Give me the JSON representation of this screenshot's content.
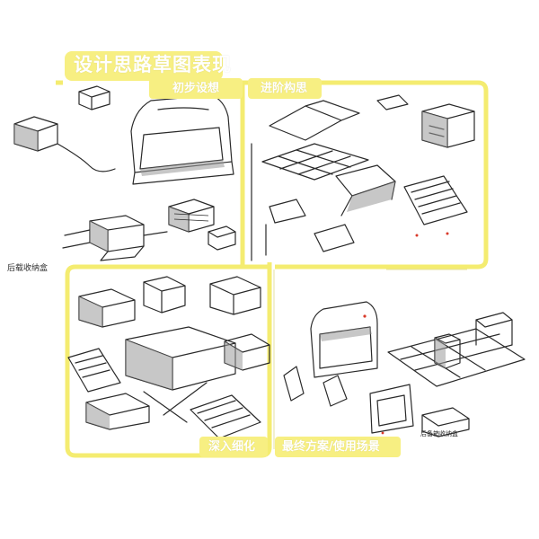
{
  "title": "设计思路草图表现",
  "stages": {
    "initial": "初步设想",
    "advanced": "进阶构思",
    "refine": "深入细化",
    "final": "最终方案/使用场景"
  },
  "notes": {
    "bottom_left": "后载收纳盒",
    "final_caption": "后备箱收纳盒"
  },
  "colors": {
    "accent": "#f7ef82",
    "frame": "#f4ec70",
    "ink": "#2a2a2a",
    "shade": "#9a9a9a"
  }
}
